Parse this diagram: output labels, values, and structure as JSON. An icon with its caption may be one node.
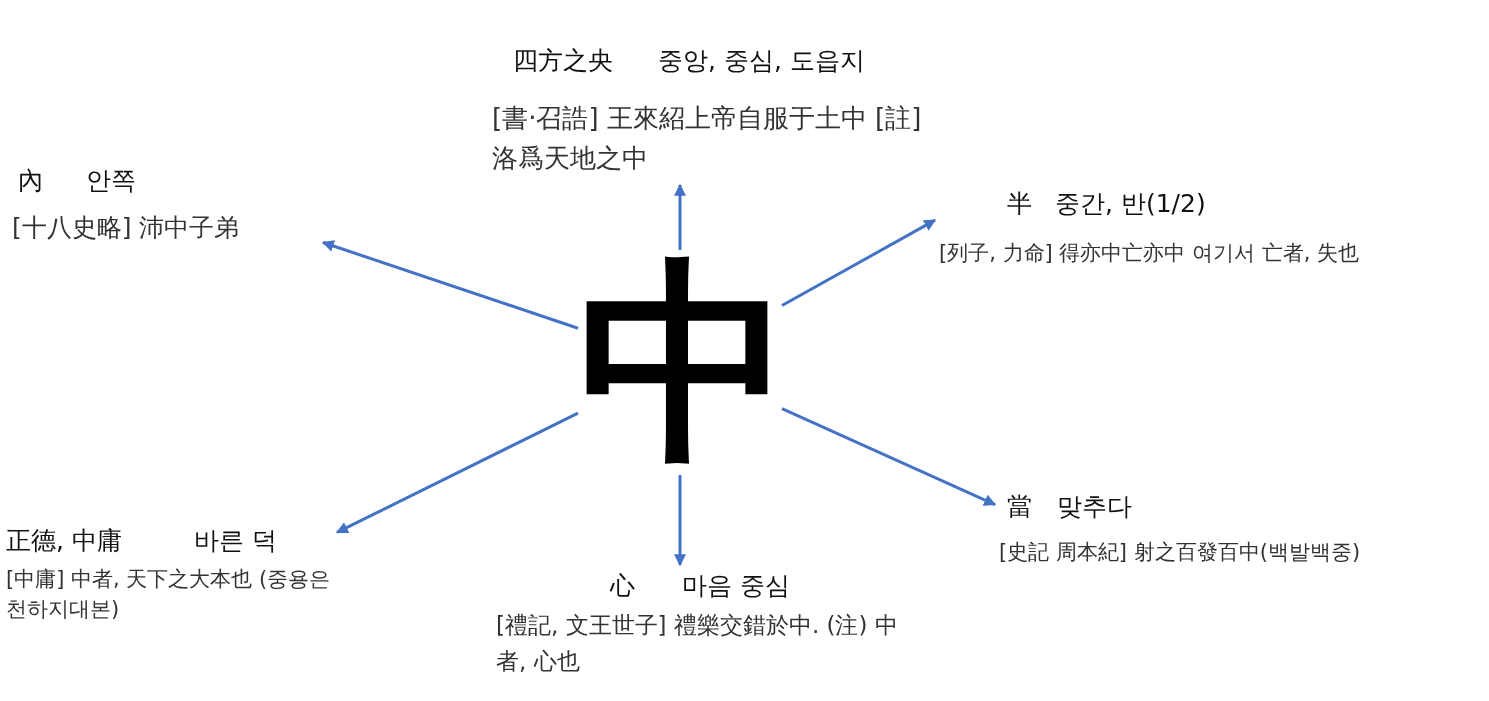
{
  "diagram": {
    "nodes": [
      {
        "text": [
          "中"
        ]
      },
      {
        "text": [
          "四方之央",
          "중앙, 중심, 도읍지",
          "[書·召誥] 王來紹上帝自服于土中 [註] 洛爲天地之中"
        ]
      },
      {
        "text": [
          "內",
          "안쪽",
          "[十八史略] 沛中子弟"
        ]
      },
      {
        "text": [
          "半",
          "중간, 반(1/2)",
          "[列子, 力命] 得亦中亡亦中 여기서 亡者, 失也"
        ]
      },
      {
        "text": [
          "正德, 中庸",
          "바른 덕",
          "[中庸] 中者, 天下之大本也 (중용은 천하지대본)"
        ]
      },
      {
        "text": [
          "心",
          "마음 중심",
          "[禮記, 文王世子] 禮樂交錯於中. (注) 中者, 心也"
        ]
      },
      {
        "text": [
          "當",
          "맞추다",
          "[史記 周本紀] 射之百發百中(백발백중)"
        ]
      }
    ],
    "edges": [
      {
        "from": 0,
        "to": 1,
        "arrow": "to"
      },
      {
        "from": 0,
        "to": 2,
        "arrow": "to"
      },
      {
        "from": 0,
        "to": 3,
        "arrow": "to"
      },
      {
        "from": 0,
        "to": 4,
        "arrow": "to"
      },
      {
        "from": 0,
        "to": 5,
        "arrow": "to"
      },
      {
        "from": 0,
        "to": 6,
        "arrow": "to"
      }
    ]
  }
}
